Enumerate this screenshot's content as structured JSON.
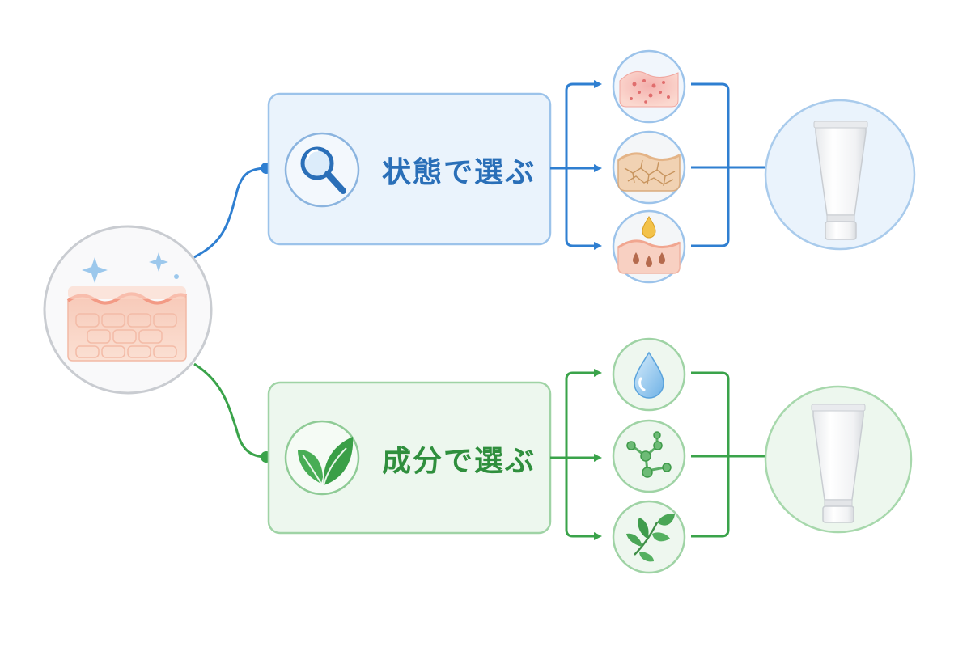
{
  "branches": [
    {
      "id": "condition",
      "label": "状態で選ぶ",
      "icon": "magnifier-icon",
      "color": "#2f7fd1",
      "options": [
        {
          "icon": "redness-skin-icon"
        },
        {
          "icon": "dry-cracked-skin-icon"
        },
        {
          "icon": "oily-skin-icon"
        }
      ],
      "result_icon": "cream-tube-icon"
    },
    {
      "id": "ingredient",
      "label": "成分で選ぶ",
      "icon": "leaf-icon",
      "color": "#3aa34a",
      "options": [
        {
          "icon": "water-drop-icon"
        },
        {
          "icon": "molecule-icon"
        },
        {
          "icon": "herb-icon"
        }
      ],
      "result_icon": "cream-tube-icon"
    }
  ],
  "source_icon": "skin-layer-icon",
  "colors": {
    "blue": "#2f7fd1",
    "blue_fill": "#eaf3fc",
    "blue_border": "#9cc3ea",
    "green": "#3aa34a",
    "green_fill": "#edf7ee",
    "green_border": "#9fd3a5",
    "gray_border": "#c9ccd1"
  }
}
